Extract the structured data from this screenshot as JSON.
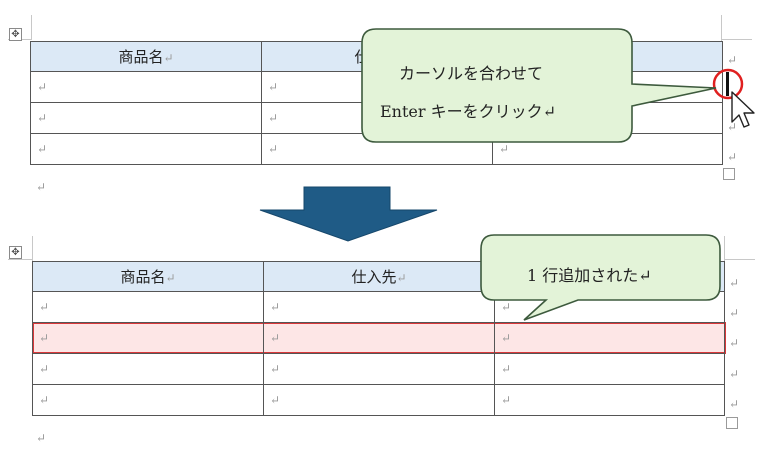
{
  "table": {
    "header": [
      "商品名",
      "仕入先"
    ],
    "return_mark": "↵"
  },
  "callout_top": {
    "line1": "カーソルを合わせて",
    "line2": "Enter キーをクリック↵"
  },
  "callout_bottom": {
    "text": "1 行追加された↵"
  },
  "icons": {
    "move_handle": "table-move-handle-icon",
    "down_arrow": "down-arrow-icon",
    "mouse_pointer": "mouse-pointer-icon",
    "cursor": "text-cursor-icon"
  },
  "colors": {
    "header_fill": "#dce9f6",
    "callout_fill": "#e3f3d8",
    "arrow_fill": "#1f5b86",
    "highlight_border": "#d9383a",
    "highlight_fill": "#fde6e6"
  }
}
